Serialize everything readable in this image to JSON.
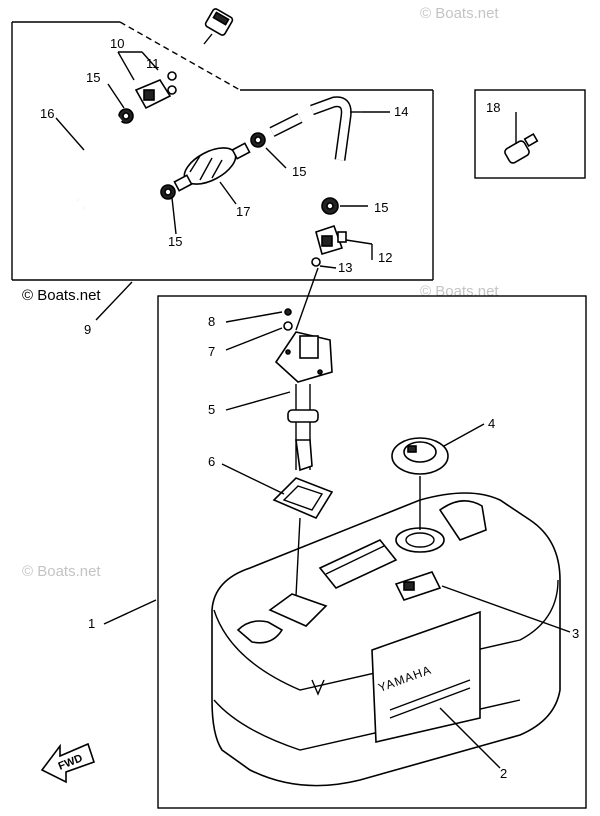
{
  "watermark": "© Boats.net",
  "brand_text": "YAMAHA",
  "fwd_label": "FWD",
  "callouts": {
    "c1": "1",
    "c2": "2",
    "c3": "3",
    "c4": "4",
    "c5": "5",
    "c6": "6",
    "c7": "7",
    "c8": "8",
    "c9": "9",
    "c10": "10",
    "c11": "11",
    "c12": "12",
    "c13": "13",
    "c14": "14",
    "c15a": "15",
    "c15b": "15",
    "c15c": "15",
    "c15d": "15",
    "c16": "16",
    "c17": "17",
    "c18": "18"
  }
}
